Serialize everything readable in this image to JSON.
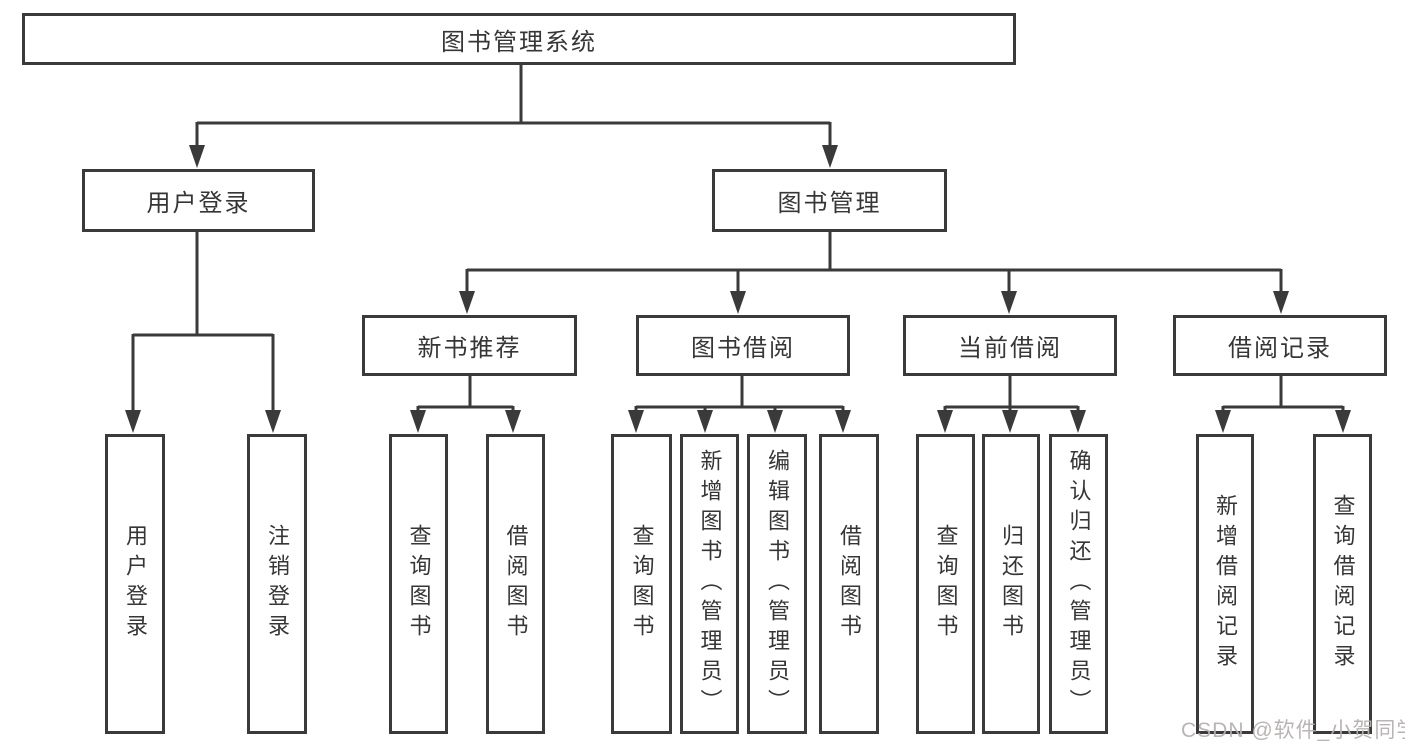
{
  "diagram_title": "图书管理系统",
  "colors": {
    "line": "#3a3a3a",
    "text": "#363636",
    "background": "#ffffff",
    "watermark": "#b6b0b0"
  },
  "nodes": {
    "root": {
      "id": "root",
      "label": "图书管理系统"
    },
    "branches": [
      {
        "id": "user-login",
        "label": "用户登录"
      },
      {
        "id": "book-management",
        "label": "图书管理"
      }
    ],
    "sections": [
      {
        "id": "new-book-recommend",
        "label": "新书推荐"
      },
      {
        "id": "book-borrow",
        "label": "图书借阅"
      },
      {
        "id": "current-borrow",
        "label": "当前借阅"
      },
      {
        "id": "borrow-record",
        "label": "借阅记录"
      }
    ],
    "leaves": [
      {
        "id": "leaf-user-login",
        "label": "用户登录"
      },
      {
        "id": "leaf-logout",
        "label": "注销登录"
      },
      {
        "id": "leaf-query-book-1",
        "label": "查询图书"
      },
      {
        "id": "leaf-borrow-book-1",
        "label": "借阅图书"
      },
      {
        "id": "leaf-query-book-2",
        "label": "查询图书"
      },
      {
        "id": "leaf-add-book-admin",
        "label": "新增图书（管理员）"
      },
      {
        "id": "leaf-edit-book-admin",
        "label": "编辑图书（管理员）"
      },
      {
        "id": "leaf-borrow-book-2",
        "label": "借阅图书"
      },
      {
        "id": "leaf-query-book-3",
        "label": "查询图书"
      },
      {
        "id": "leaf-return-book",
        "label": "归还图书"
      },
      {
        "id": "leaf-confirm-return-admin",
        "label": "确认归还（管理员）"
      },
      {
        "id": "leaf-add-borrow-record",
        "label": "新增借阅记录"
      },
      {
        "id": "leaf-query-borrow-record",
        "label": "查询借阅记录"
      }
    ]
  },
  "hierarchy": {
    "root": [
      "用户登录",
      "图书管理"
    ],
    "用户登录": [
      "用户登录",
      "注销登录"
    ],
    "图书管理": [
      "新书推荐",
      "图书借阅",
      "当前借阅",
      "借阅记录"
    ],
    "新书推荐": [
      "查询图书",
      "借阅图书"
    ],
    "图书借阅": [
      "查询图书",
      "新增图书（管理员）",
      "编辑图书（管理员）",
      "借阅图书"
    ],
    "当前借阅": [
      "查询图书",
      "归还图书",
      "确认归还（管理员）"
    ],
    "借阅记录": [
      "新增借阅记录",
      "查询借阅记录"
    ]
  },
  "watermark": {
    "text": "CSDN @软件_小贺同学"
  }
}
